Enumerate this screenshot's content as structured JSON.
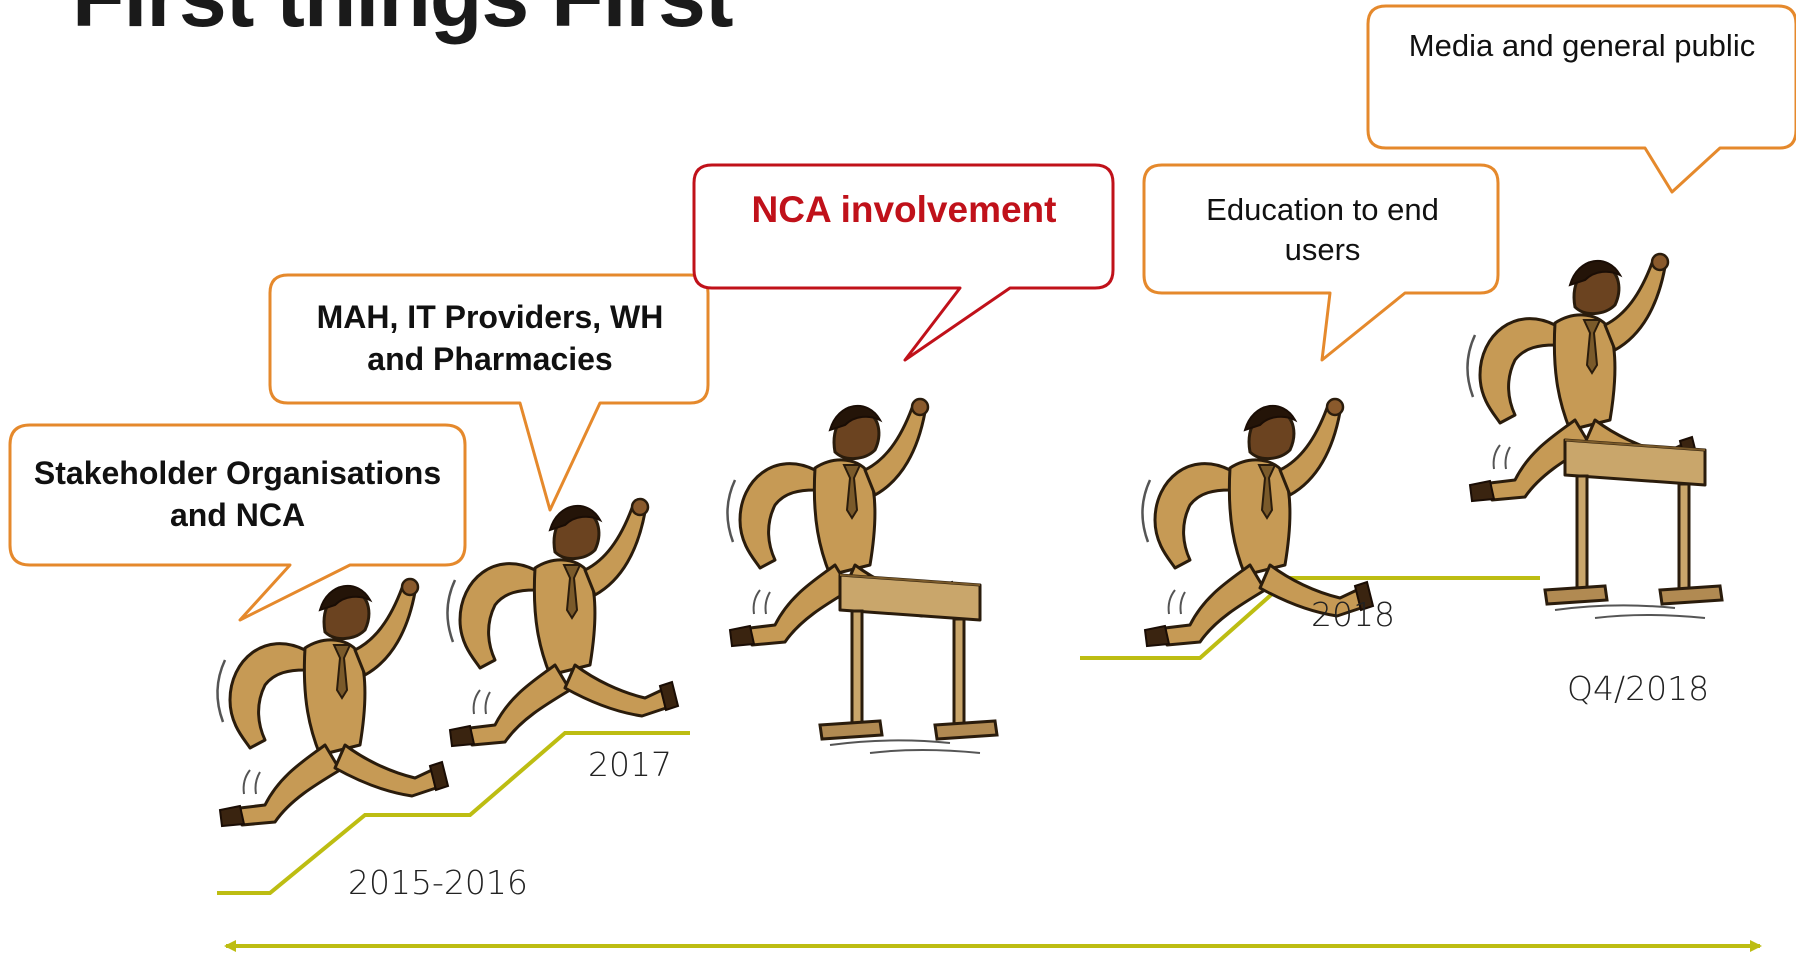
{
  "title": "First things First",
  "bubbles": [
    {
      "text": "Stakeholder Organisations and NCA",
      "style": "bold"
    },
    {
      "text": "MAH, IT Providers, WH and Pharmacies",
      "style": "bold"
    },
    {
      "text": "NCA involvement",
      "style": "bold-red"
    },
    {
      "text": "Education to end users",
      "style": "normal"
    },
    {
      "text": "Media and general public",
      "style": "normal"
    }
  ],
  "years": [
    "2015-2016",
    "2017",
    "2018",
    "Q4/2018"
  ],
  "colors": {
    "bubble_border": "#e5892c",
    "highlight_border": "#c0111a",
    "highlight_text": "#c0111a",
    "step_line": "#bdbd12",
    "figure_suit": "#c69a55",
    "hurdle": "#c9a66b"
  }
}
